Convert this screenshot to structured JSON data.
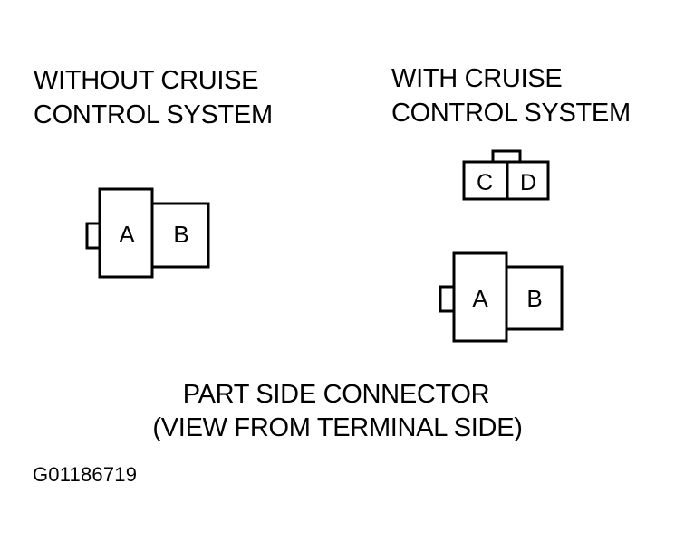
{
  "left_title": {
    "line1": "WITHOUT CRUISE",
    "line2": "CONTROL SYSTEM"
  },
  "right_title": {
    "line1": "WITH CRUISE",
    "line2": "CONTROL SYSTEM"
  },
  "connectors": {
    "left_ab": {
      "pin_a": "A",
      "pin_b": "B"
    },
    "right_cd": {
      "pin_c": "C",
      "pin_d": "D"
    },
    "right_ab": {
      "pin_a": "A",
      "pin_b": "B"
    }
  },
  "caption": {
    "line1": "PART SIDE CONNECTOR",
    "line2": "(VIEW FROM TERMINAL SIDE)"
  },
  "figure_id": "G01186719"
}
